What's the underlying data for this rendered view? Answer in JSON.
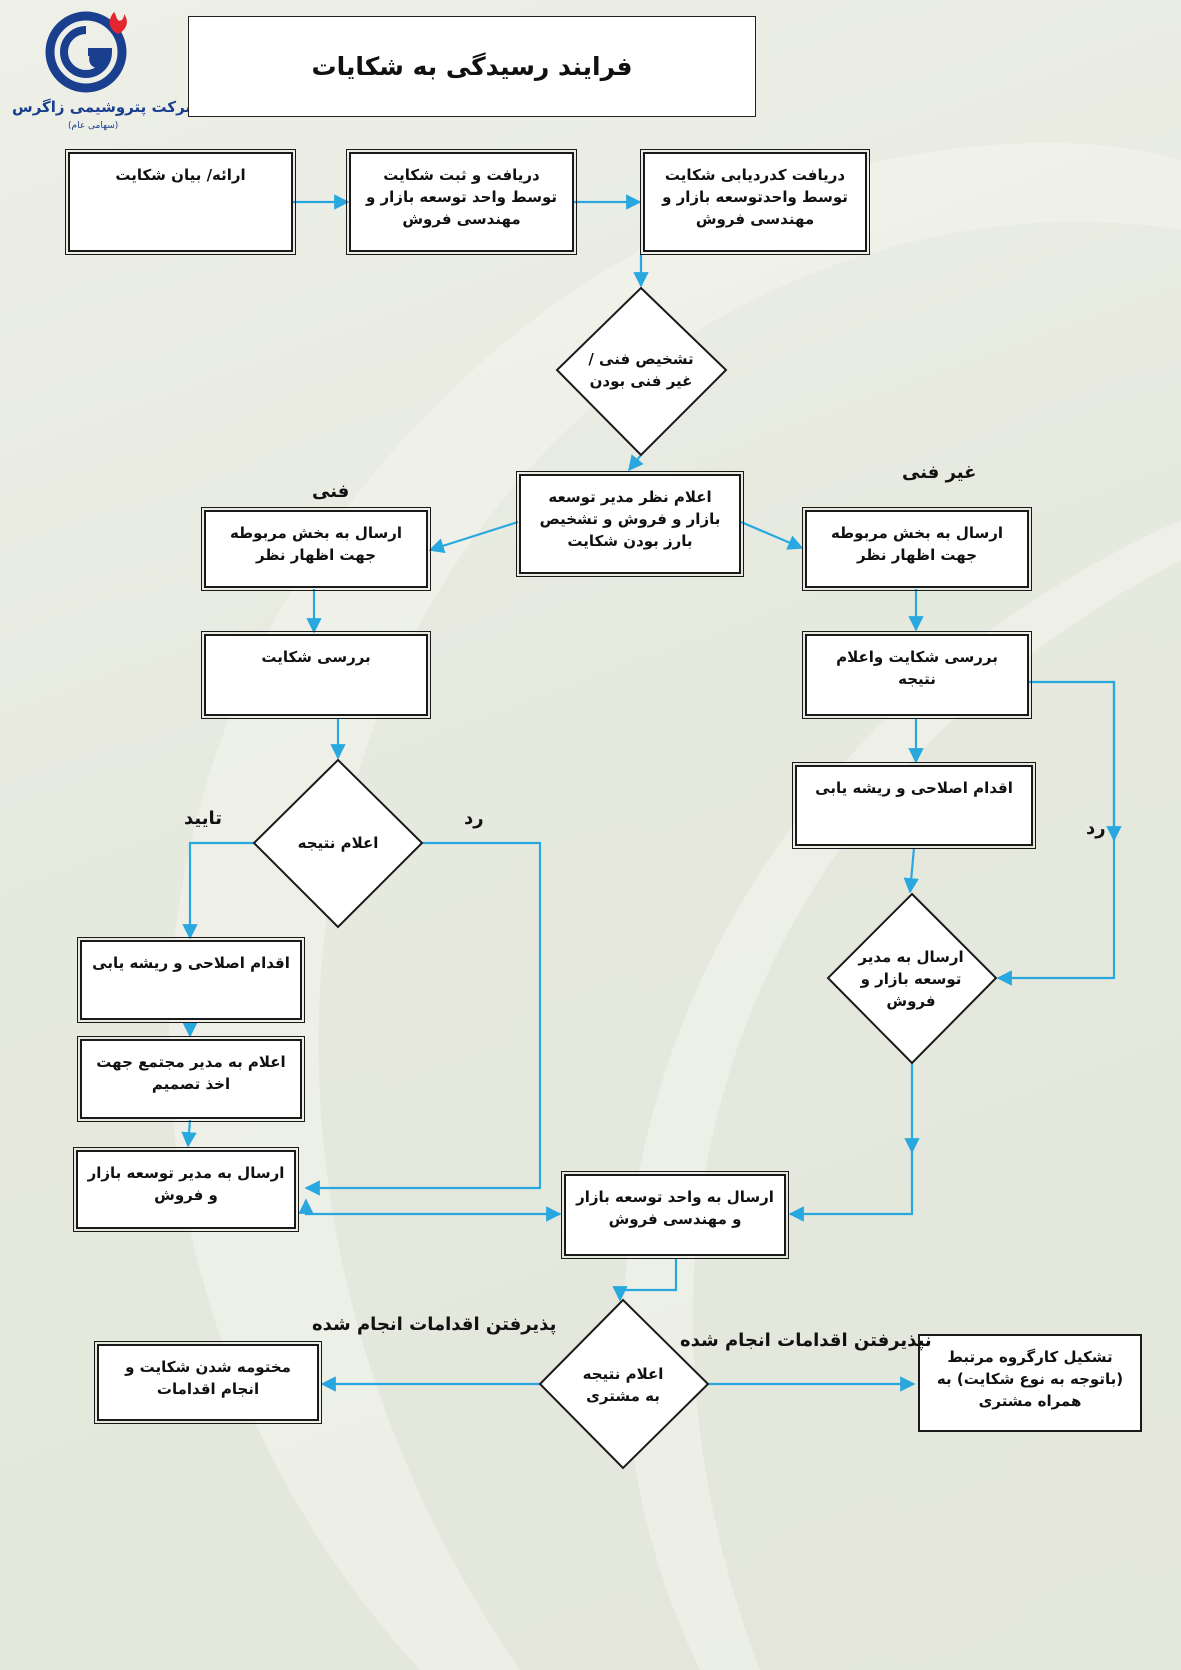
{
  "company": {
    "name": "شرکت پتروشیمی زاگرس",
    "subtitle": "(سهامی عام)"
  },
  "title": "فرایند رسیدگی به شکایات",
  "nodes": {
    "submit": "ارائه/ بیان شکایت",
    "receive": "دریافت و ثبت شکایت توسط واحد توسعه بازار و مهندسی فروش",
    "coding": "دریافت کدردیابی شکایت توسط واحدتوسعه بازار و مهندسی فروش",
    "diag_tech": "تشخیص فنی /غیر فنی بودن",
    "manager_opinion": "اعلام نظر مدیر توسعه بازار و فروش و تشخیص بارز بودن شکایت",
    "send_tech": "ارسال به بخش مربوطه جهت اظهار نظر",
    "send_nontech": "ارسال به بخش مربوطه جهت اظهار نظر",
    "review": "بررسی شکایت",
    "review_announce": "بررسی شکایت واعلام نتیجه",
    "diag_result": "اعلام نتیجه",
    "corrective_right": "اقدام اصلاحی و ریشه یابی",
    "corrective_left": "اقدام اصلاحی و ریشه یابی",
    "diag_send_manager": "ارسال به مدیر توسعه بازار و فروش",
    "announce_complex": "اعلام به مدیر مجتمع جهت اخذ تصمیم",
    "send_manager_left": "ارسال به مدیر توسعه بازار و فروش",
    "send_unit": "ارسال به واحد توسعه بازار و مهندسی فروش",
    "diag_customer": "اعلام نتیجه به مشتری",
    "closed": "مختومه شدن شکایت و انجام اقدامات",
    "workgroup": "تشکیل کارگروه مرتبط (باتوجه به نوع شکایت) به همراه مشتری"
  },
  "labels": {
    "technical": "فنی",
    "non_technical": "غیر فنی",
    "approve": "تایید",
    "reject_left": "رد",
    "reject_right": "رد",
    "accepted": "پذیرفتن اقدامات انجام شده",
    "not_accepted": "نپذیرفتن اقدامات انجام شده"
  },
  "colors": {
    "arrow": "#29a8e0",
    "logo_blue": "#1b3f8f",
    "logo_red": "#e3262d",
    "border": "#1a1a1a"
  }
}
